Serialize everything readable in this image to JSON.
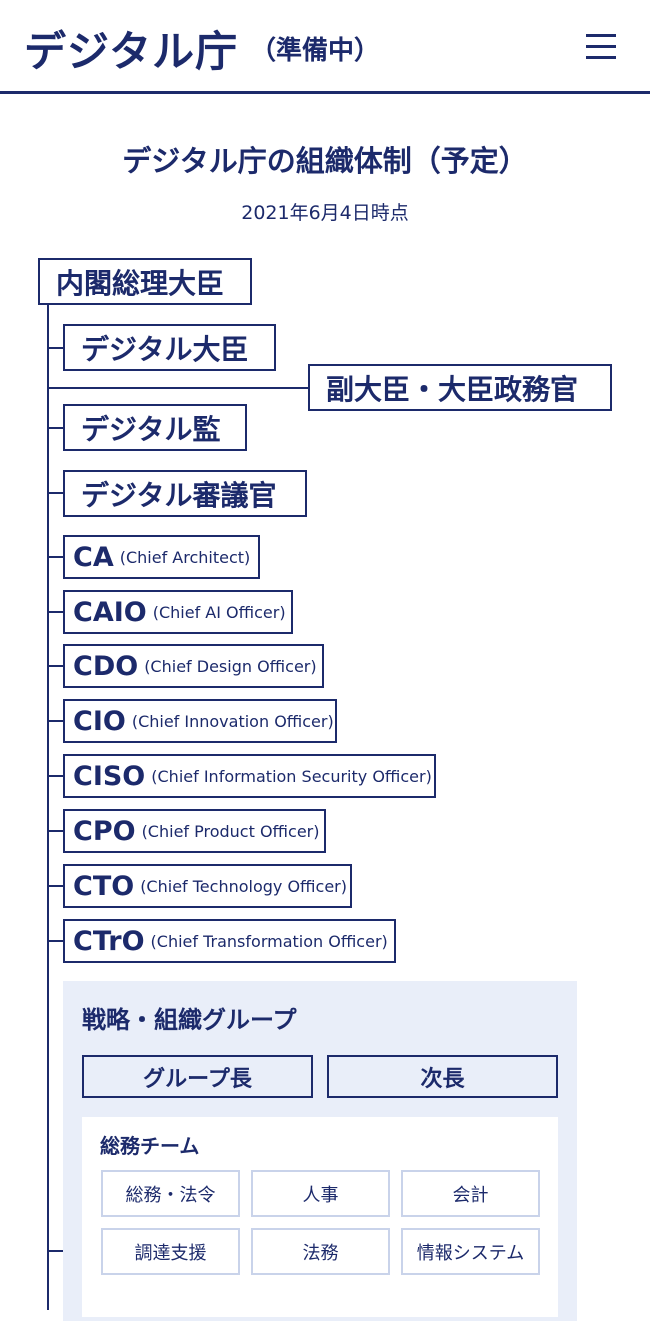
{
  "header": {
    "logo": "デジタル庁",
    "logo_sub": "（準備中）",
    "menu_icon": "hamburger-menu-icon"
  },
  "page": {
    "title": "デジタル庁の組織体制（予定）",
    "date": "2021年6月4日時点"
  },
  "org": {
    "prime_minister": "内閣総理大臣",
    "digital_minister": "デジタル大臣",
    "vice_minister": "副大臣・大臣政務官",
    "digital_supervisor": "デジタル監",
    "digital_councillor": "デジタル審議官",
    "roles": [
      {
        "abbr": "CA",
        "full": "(Chief Architect)"
      },
      {
        "abbr": "CAIO",
        "full": "(Chief AI Officer)"
      },
      {
        "abbr": "CDO",
        "full": "(Chief Design Officer)"
      },
      {
        "abbr": "CIO",
        "full": "(Chief Innovation Officer)"
      },
      {
        "abbr": "CISO",
        "full": "(Chief Information Security Officer)"
      },
      {
        "abbr": "CPO",
        "full": "(Chief Product Officer)"
      },
      {
        "abbr": "CTO",
        "full": "(Chief Technology Officer)"
      },
      {
        "abbr": "CTrO",
        "full": "(Chief Transformation Officer)"
      }
    ]
  },
  "group": {
    "title": "戦略・組織グループ",
    "leader": "グループ長",
    "deputy": "次長",
    "team": {
      "title": "総務チーム",
      "items": [
        "総務・法令",
        "人事",
        "会計",
        "調達支援",
        "法務",
        "情報システム"
      ]
    }
  }
}
